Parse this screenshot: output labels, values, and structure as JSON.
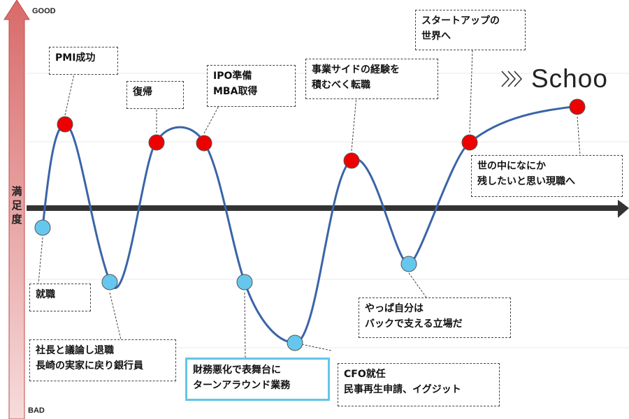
{
  "axis": {
    "top_label": "GOOD",
    "bottom_label": "BAD",
    "title": "満\n足\n度"
  },
  "brand": {
    "name": "Schoo",
    "icon": "schoo-logo-icon"
  },
  "colors": {
    "curve": "#3a64a8",
    "high_point": "#ee0000",
    "low_point": "#66c7ee",
    "arrow_axis": "#333333",
    "highlight_border": "#62c5e6"
  },
  "events": [
    {
      "label": "就職",
      "level": "low"
    },
    {
      "label": "PMI成功",
      "level": "high"
    },
    {
      "label": "社長と議論し退職\n長崎の実家に戻り銀行員",
      "level": "low"
    },
    {
      "label": "復帰",
      "level": "high"
    },
    {
      "label": "IPO準備\nMBA取得",
      "level": "high"
    },
    {
      "label": "財務悪化で表舞台に\nターンアラウンド業務",
      "level": "low",
      "highlight": true
    },
    {
      "label": "CFO就任\n民事再生申請、イグジット",
      "level": "low"
    },
    {
      "label": "事業サイドの経験を\n積むべく転職",
      "level": "high"
    },
    {
      "label": "やっぱ自分は\nバックで支える立場だ",
      "level": "low"
    },
    {
      "label": "スタートアップの\n世界へ",
      "level": "high"
    },
    {
      "label": "世の中になにか\n残したいと思い現職へ",
      "level": "high"
    }
  ]
}
